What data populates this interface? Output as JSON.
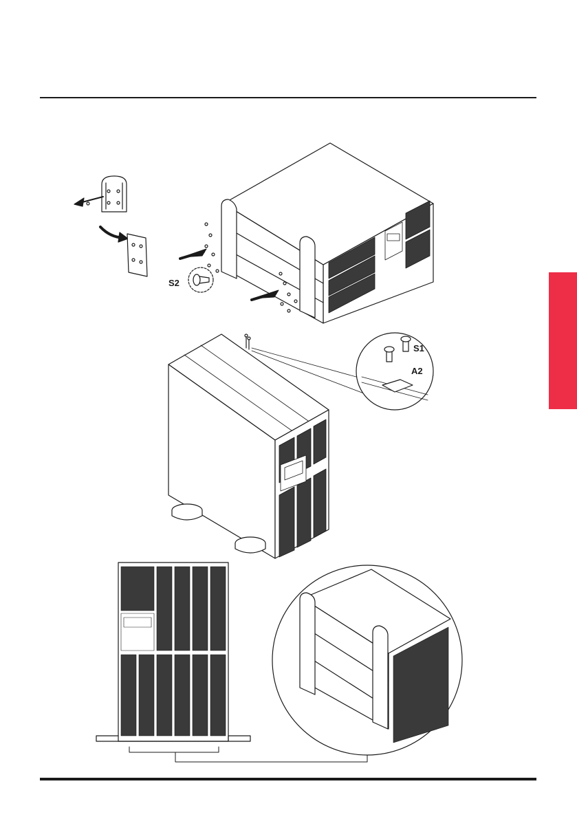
{
  "labels": {
    "s2": "S2",
    "s1": "S1",
    "a2": "A2"
  },
  "colors": {
    "side_tab": "#ee2e47",
    "ink": "#1a1a1a"
  },
  "icons": [
    "bracket-icon",
    "screw-icon",
    "arrow-icon"
  ]
}
